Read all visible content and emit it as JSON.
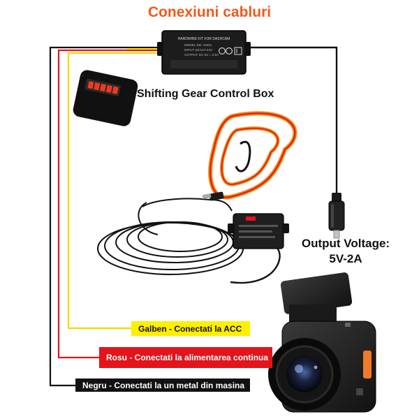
{
  "title": "Conexiuni cabluri",
  "callouts": {
    "gear_box": "Shifting Gear Control Box",
    "output_voltage_line1": "Output Voltage:",
    "output_voltage_line2": "5V-2A"
  },
  "wire_labels": {
    "yellow": "Galben - Conectati la ACC",
    "red": "Rosu - Conectati la alimentarea continua",
    "black": "Negru - Conectati la un metal din masina"
  },
  "control_box": {
    "line1": "HARDWIRE KIT FOR DASHCAM",
    "line2": "MODEL NO: HW11",
    "line3": "INPUT: DC12V-24V",
    "line4": "OUTPUT: DC 5V = 2.5A"
  },
  "icons": [
    "gear-switch-icon",
    "ce-mark-icon",
    "fcc-mark-icon",
    "usb-c-plug-icon",
    "dashcam-icon"
  ],
  "colors": {
    "title": "#f05a1a",
    "wire_yellow": "#ffee00",
    "wire_red": "#e3141b",
    "wire_black": "#111111"
  }
}
